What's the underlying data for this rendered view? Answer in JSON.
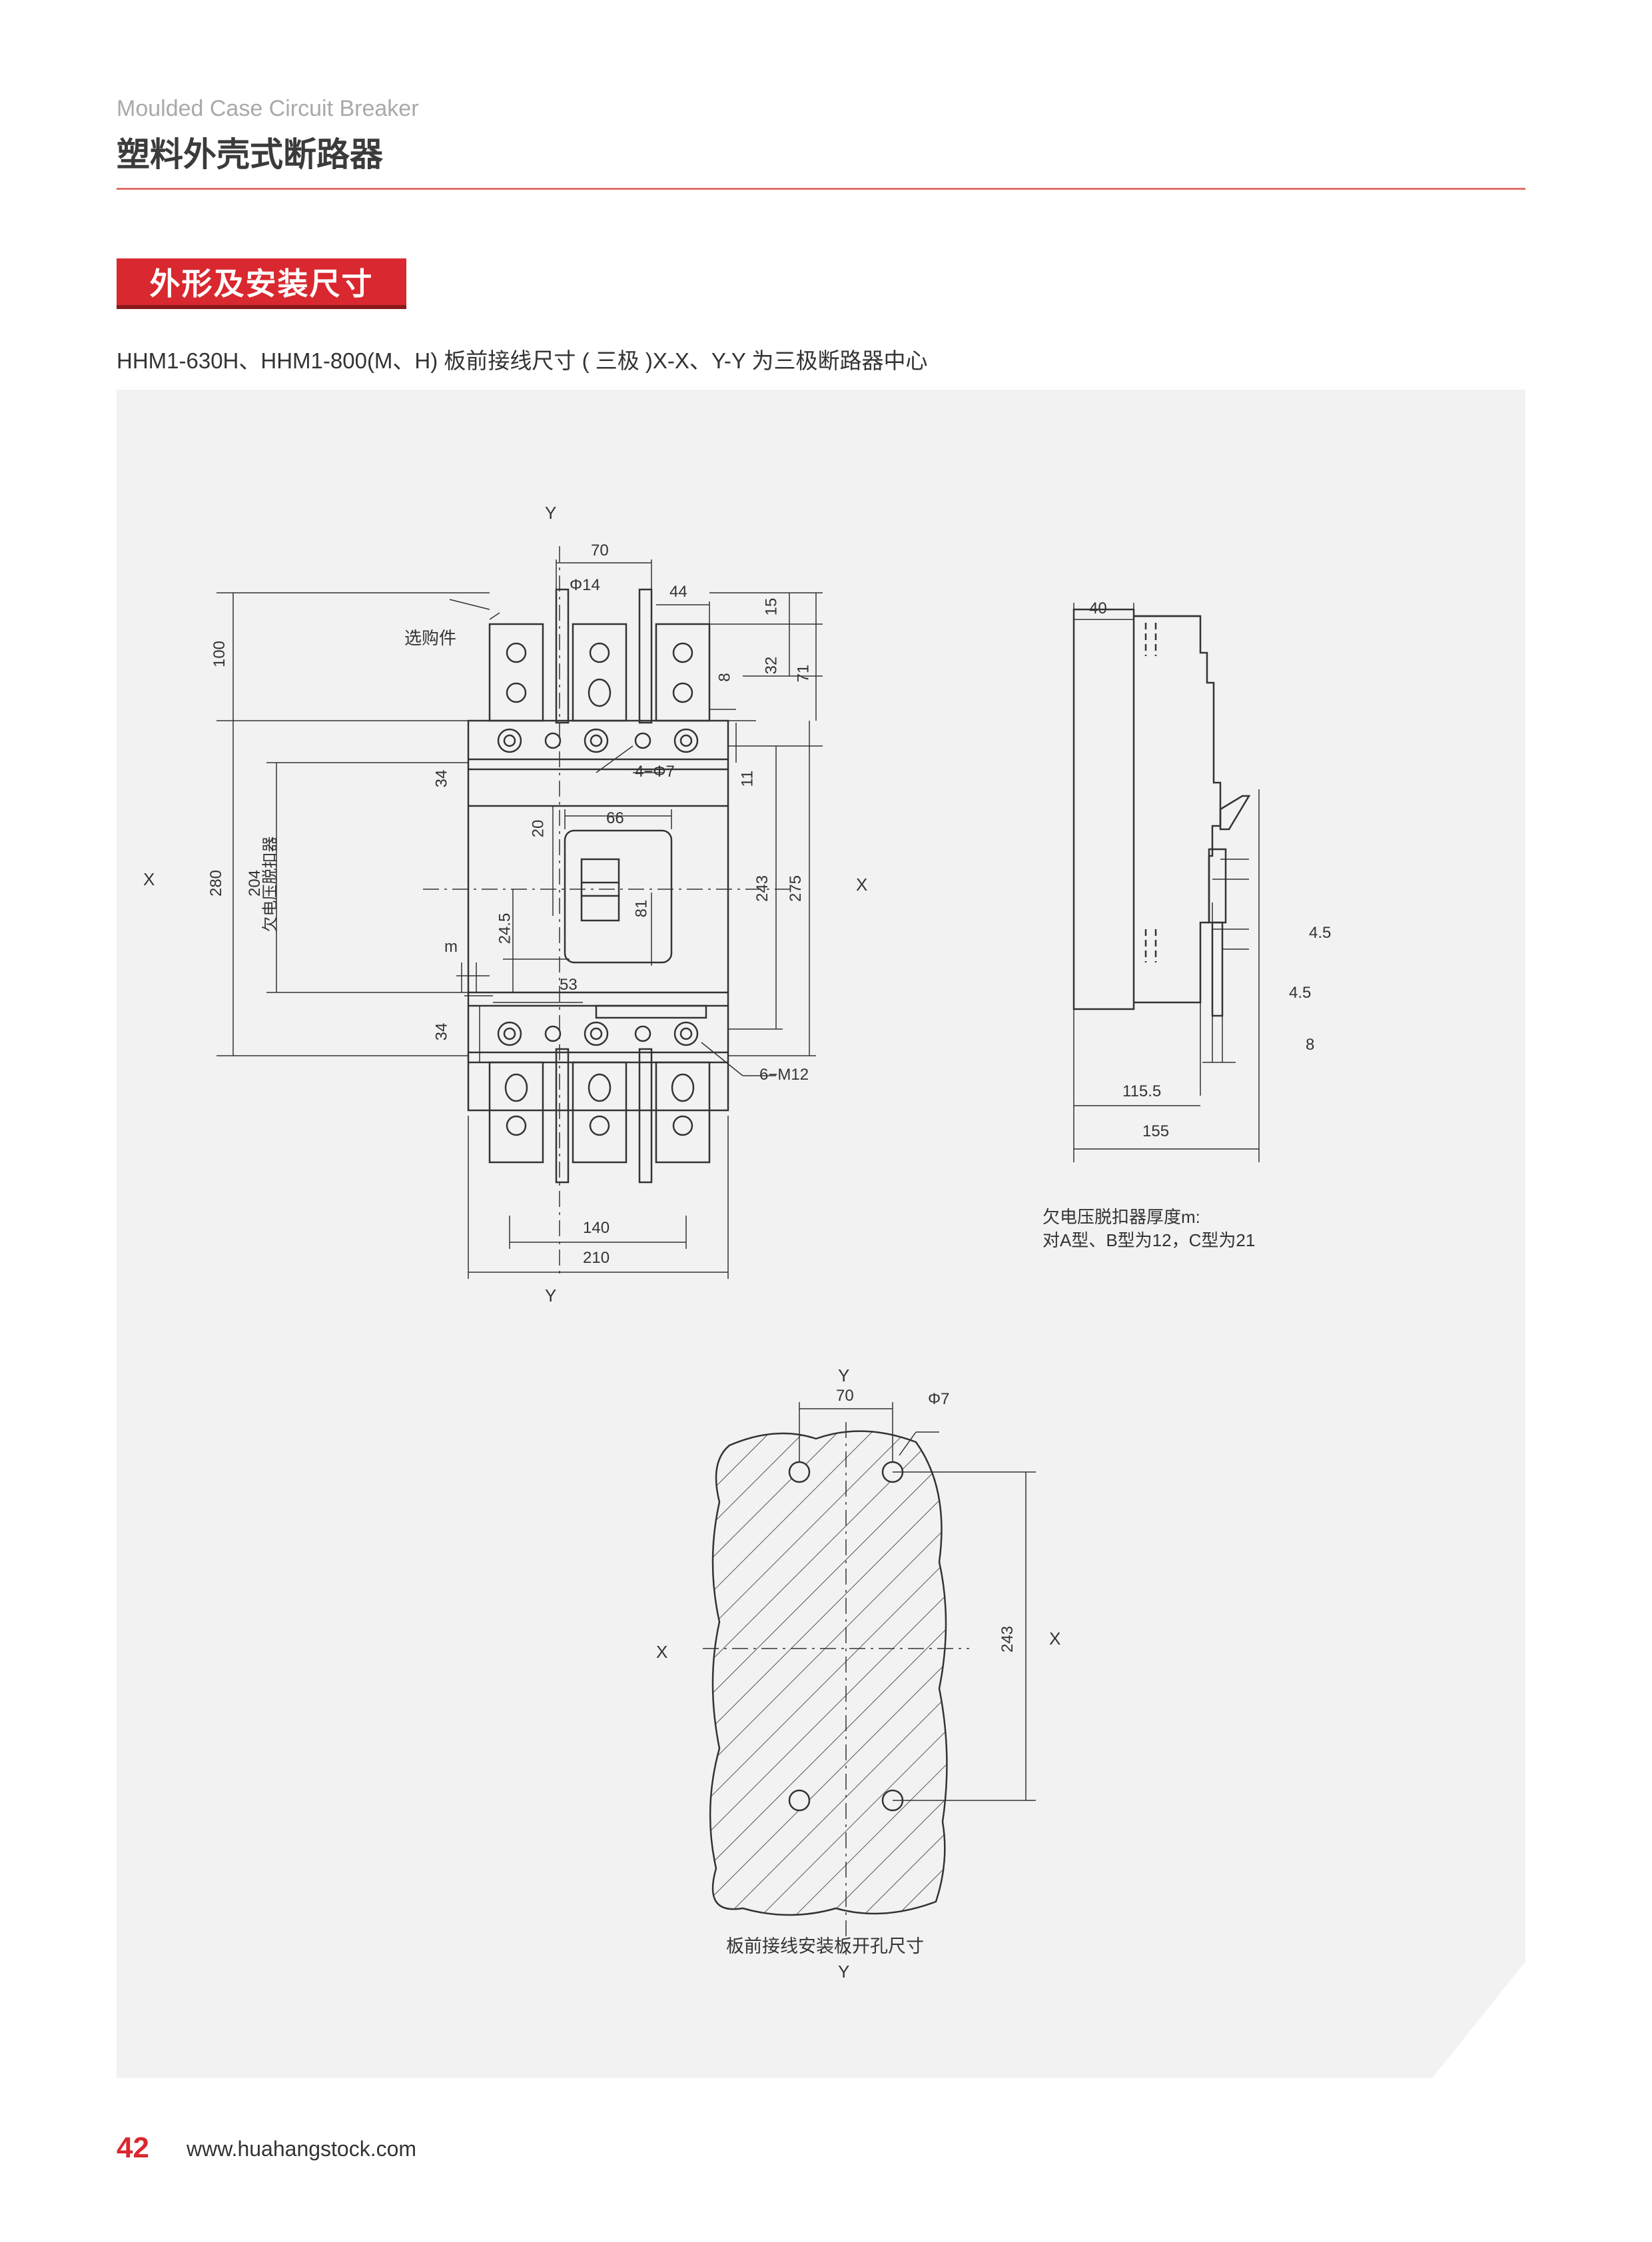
{
  "header": {
    "title_en": "Moulded Case Circuit Breaker",
    "title_zh": "塑料外壳式断路器"
  },
  "section": {
    "title": "外形及安装尺寸",
    "subtitle": "HHM1-630H、HHM1-800(M、H) 板前接线尺寸 ( 三极 )X-X、Y-Y 为三极断路器中心"
  },
  "drawing_front": {
    "axis_y_top": "Y",
    "axis_y_bottom": "Y",
    "axis_x_left": "X",
    "axis_x_right": "X",
    "dims": {
      "d70": "70",
      "d14": "Φ14",
      "d44": "44",
      "d15": "15",
      "d32": "32",
      "d71": "71",
      "d8": "8",
      "d100": "100",
      "d11": "11",
      "d34a": "34",
      "d34b": "34",
      "d20": "20",
      "d66": "66",
      "d280": "280",
      "d204": "204",
      "d24_5": "24.5",
      "d81": "81",
      "d243": "243",
      "d275": "275",
      "d53": "53",
      "d140": "140",
      "d210": "210",
      "m": "m"
    },
    "labels": {
      "optional": "选购件",
      "holes": "4−Φ7",
      "screws": "6−M12",
      "uv_release": "欠电压脱扣器"
    }
  },
  "drawing_side": {
    "dims": {
      "d40": "40",
      "d4_5a": "4.5",
      "d4_5b": "4.5",
      "d8": "8",
      "d115_5": "115.5",
      "d155": "155"
    },
    "note_line1": "欠电压脱扣器厚度m:",
    "note_line2": "对A型、B型为12，C型为21"
  },
  "drawing_cutout": {
    "axis_y_top": "Y",
    "axis_y_bottom": "Y",
    "axis_x_left": "X",
    "axis_x_right": "X",
    "d70": "70",
    "d7": "Φ7",
    "d243": "243",
    "caption": "板前接线安装板开孔尺寸"
  },
  "footer": {
    "page_number": "42",
    "website": "www.huahangstock.com"
  },
  "colors": {
    "accent": "#d9282f",
    "panel_bg": "#f2f2f2",
    "rule": "#e07068"
  }
}
